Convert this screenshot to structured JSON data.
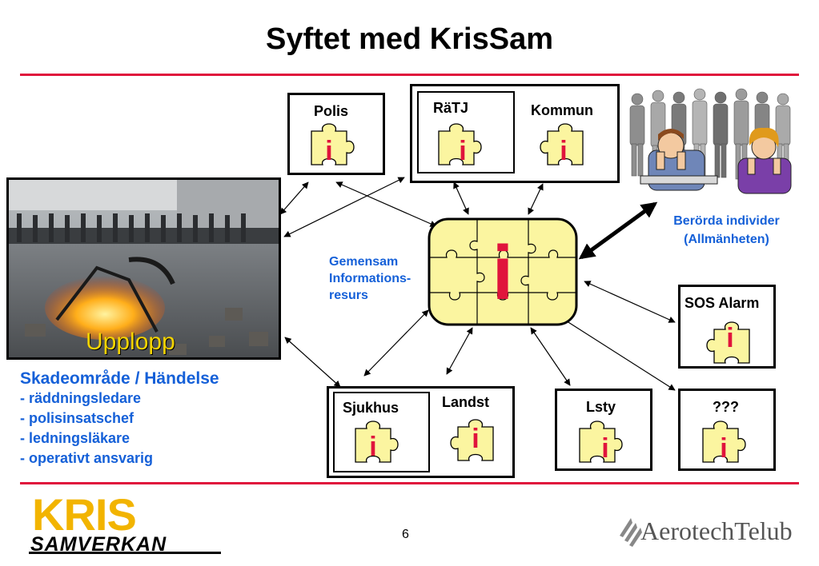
{
  "slide": {
    "title": "Syftet med KrisSam",
    "page_number": "6"
  },
  "nodes": {
    "polis": "Polis",
    "ratj": "RäTJ",
    "kommun": "Kommun",
    "sjukhus": "Sjukhus",
    "landst": "Landst",
    "lsty": "Lsty",
    "unknown": "???",
    "sos": "SOS Alarm"
  },
  "center": {
    "symbol": "i",
    "label_lines": [
      "Gemensam",
      "Informations-",
      "resurs"
    ]
  },
  "affected": {
    "line1": "Berörda individer",
    "line2": "(Allmänheten)"
  },
  "photo": {
    "caption": "Upplopp"
  },
  "incident": {
    "heading": "Skadeområde / Händelse",
    "items": [
      "- räddningsledare",
      "- polisinsatschef",
      "- ledningsläkare",
      "- operativt ansvarig"
    ]
  },
  "logos": {
    "left_top": "KRIS",
    "left_bottom": "SAMVERKAN",
    "right": "AerotechTelub"
  },
  "puzzle_symbol": "i",
  "colors": {
    "accent_red": "#e0143c",
    "puzzle_fill": "#fbf5a0",
    "text_blue": "#1560d8",
    "logo_yellow": "#f2b400"
  }
}
